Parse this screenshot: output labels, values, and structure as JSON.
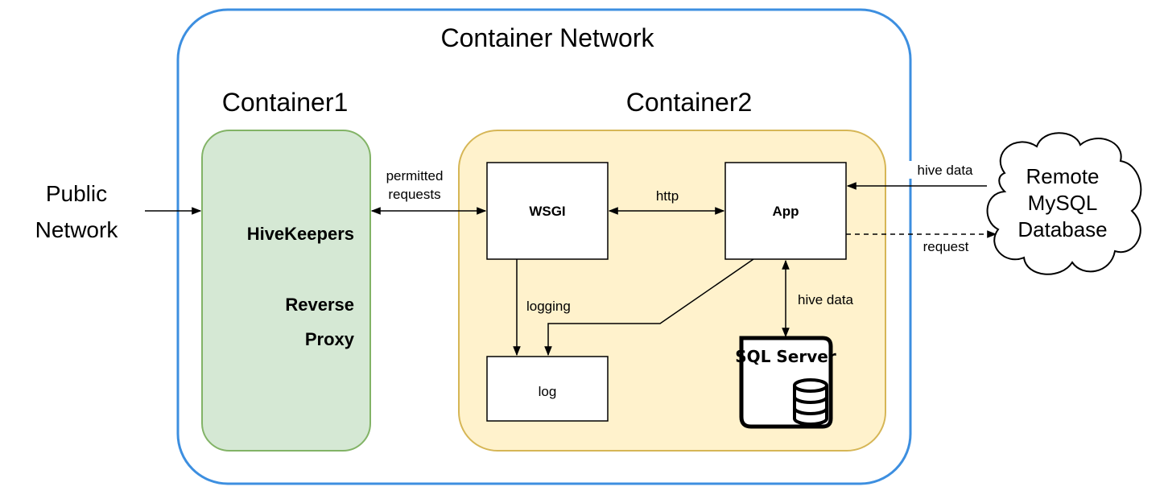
{
  "diagram": {
    "container_network": {
      "title": "Container Network"
    },
    "container1": {
      "title": "Container1",
      "component_name": "HiveKeepers",
      "component_role_line1": "Reverse",
      "component_role_line2": "Proxy"
    },
    "container2": {
      "title": "Container2",
      "wsgi_label": "WSGI",
      "app_label": "App",
      "log_label": "log",
      "sql_server_label": "SQL Server"
    },
    "public_network": {
      "line1": "Public",
      "line2": "Network"
    },
    "remote_db": {
      "line1": "Remote",
      "line2": "MySQL",
      "line3": "Database"
    },
    "edges": {
      "proxy_to_wsgi_line1": "permitted",
      "proxy_to_wsgi_line2": "requests",
      "wsgi_to_app": "http",
      "wsgi_to_log": "logging",
      "app_to_sql": "hive data",
      "db_to_app": "hive data",
      "app_to_db": "request"
    },
    "colors": {
      "network_border": "#3d8fe0",
      "container1_fill": "#d5e8d4",
      "container1_border": "#82b366",
      "container2_fill": "#fff2cc",
      "container2_border": "#d6b656",
      "line": "#000000"
    }
  }
}
